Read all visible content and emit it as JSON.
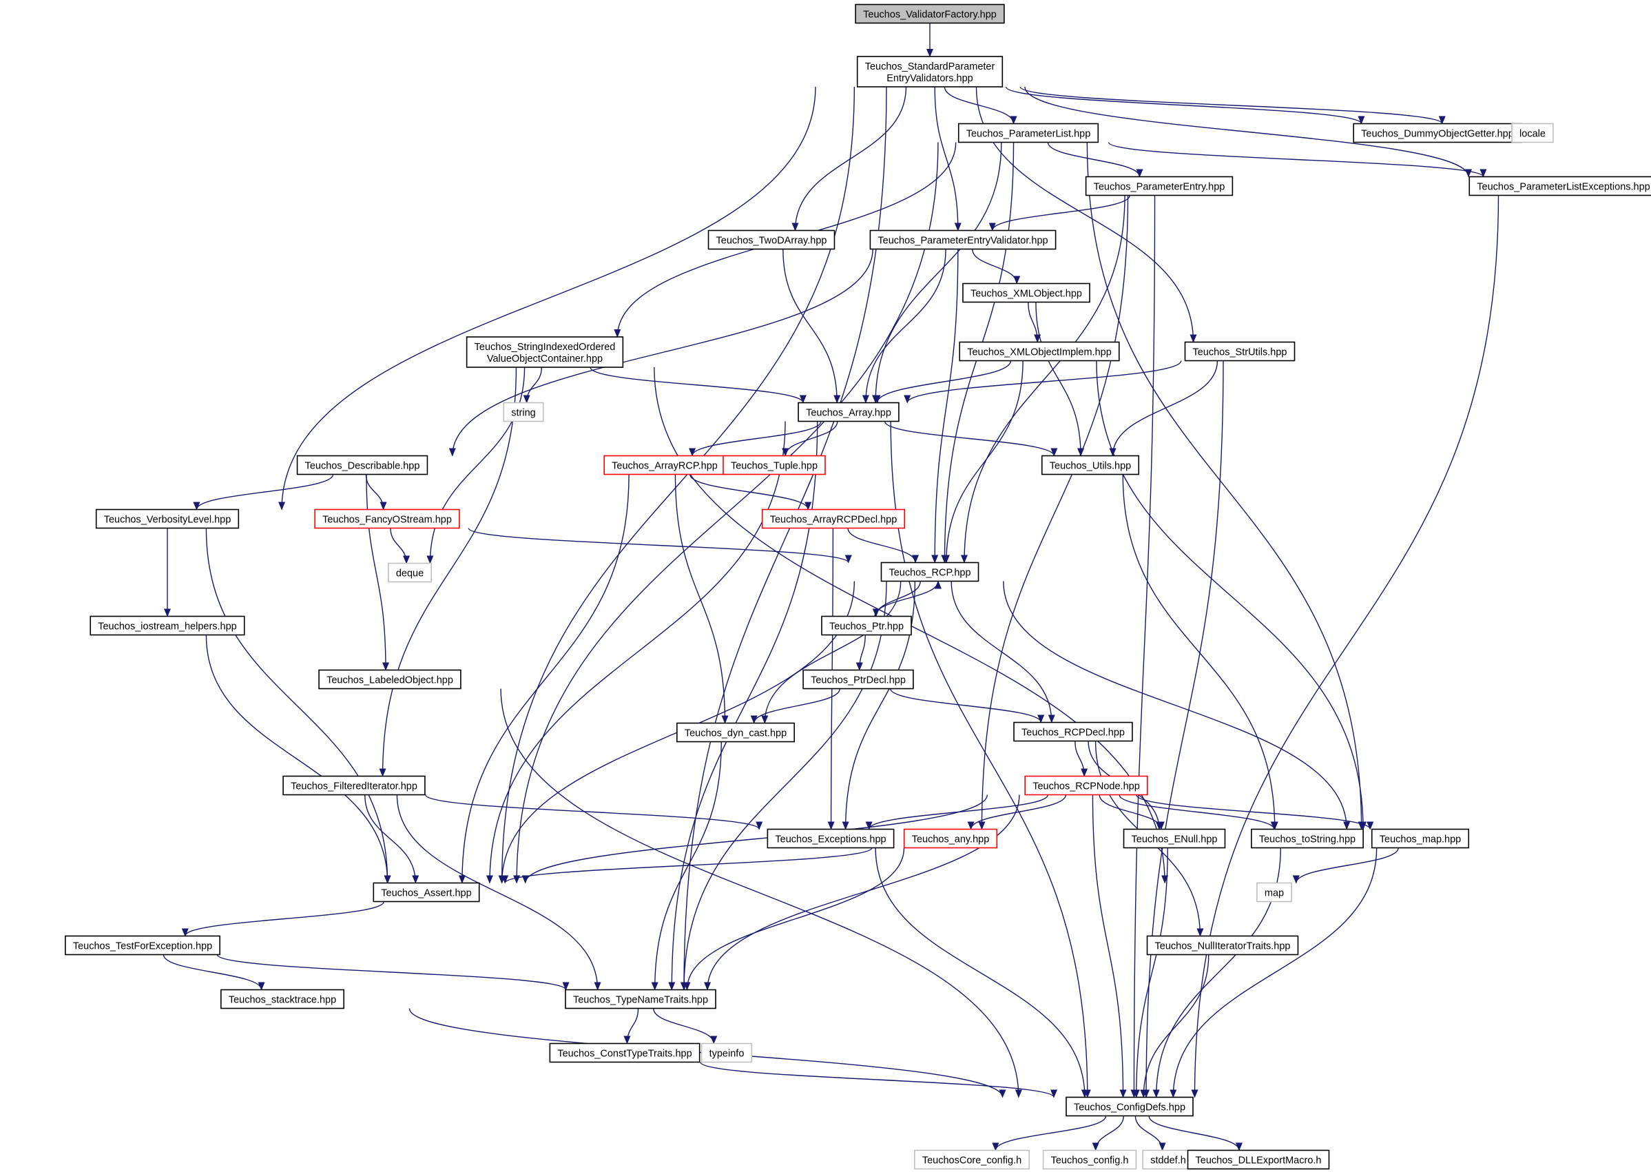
{
  "diagram": {
    "root": "n_root",
    "colors": {
      "edge": "#191970",
      "root_fill": "#bfbfbf",
      "border_normal": "#000000",
      "border_truncated": "#ff0000",
      "border_external": "#bfbfbf"
    },
    "nodes": [
      {
        "id": "n_root",
        "lines": [
          "Teuchos_ValidatorFactory.hpp"
        ],
        "kind": "root"
      },
      {
        "id": "n_speval",
        "lines": [
          "Teuchos_StandardParameter",
          "EntryValidators.hpp"
        ],
        "kind": "normal"
      },
      {
        "id": "n_plist",
        "lines": [
          "Teuchos_ParameterList.hpp"
        ],
        "kind": "normal"
      },
      {
        "id": "n_dummy",
        "lines": [
          "Teuchos_DummyObjectGetter.hpp"
        ],
        "kind": "normal"
      },
      {
        "id": "n_locale",
        "lines": [
          "locale"
        ],
        "kind": "external"
      },
      {
        "id": "n_pentry",
        "lines": [
          "Teuchos_ParameterEntry.hpp"
        ],
        "kind": "normal"
      },
      {
        "id": "n_plexc",
        "lines": [
          "Teuchos_ParameterListExceptions.hpp"
        ],
        "kind": "normal"
      },
      {
        "id": "n_twod",
        "lines": [
          "Teuchos_TwoDArray.hpp"
        ],
        "kind": "normal"
      },
      {
        "id": "n_peval",
        "lines": [
          "Teuchos_ParameterEntryValidator.hpp"
        ],
        "kind": "normal"
      },
      {
        "id": "n_xmlobj",
        "lines": [
          "Teuchos_XMLObject.hpp"
        ],
        "kind": "normal"
      },
      {
        "id": "n_sioc",
        "lines": [
          "Teuchos_StringIndexedOrdered",
          "ValueObjectContainer.hpp"
        ],
        "kind": "normal"
      },
      {
        "id": "n_xmlimpl",
        "lines": [
          "Teuchos_XMLObjectImplem.hpp"
        ],
        "kind": "normal"
      },
      {
        "id": "n_strutils",
        "lines": [
          "Teuchos_StrUtils.hpp"
        ],
        "kind": "normal"
      },
      {
        "id": "n_string",
        "lines": [
          "string"
        ],
        "kind": "external"
      },
      {
        "id": "n_array",
        "lines": [
          "Teuchos_Array.hpp"
        ],
        "kind": "normal"
      },
      {
        "id": "n_describ",
        "lines": [
          "Teuchos_Describable.hpp"
        ],
        "kind": "normal"
      },
      {
        "id": "n_arcp",
        "lines": [
          "Teuchos_ArrayRCP.hpp"
        ],
        "kind": "truncated"
      },
      {
        "id": "n_tuple",
        "lines": [
          "Teuchos_Tuple.hpp"
        ],
        "kind": "truncated"
      },
      {
        "id": "n_utils",
        "lines": [
          "Teuchos_Utils.hpp"
        ],
        "kind": "normal"
      },
      {
        "id": "n_verb",
        "lines": [
          "Teuchos_VerbosityLevel.hpp"
        ],
        "kind": "normal"
      },
      {
        "id": "n_fancy",
        "lines": [
          "Teuchos_FancyOStream.hpp"
        ],
        "kind": "truncated"
      },
      {
        "id": "n_arcpdecl",
        "lines": [
          "Teuchos_ArrayRCPDecl.hpp"
        ],
        "kind": "truncated"
      },
      {
        "id": "n_deque",
        "lines": [
          "deque"
        ],
        "kind": "external"
      },
      {
        "id": "n_rcp",
        "lines": [
          "Teuchos_RCP.hpp"
        ],
        "kind": "normal"
      },
      {
        "id": "n_iohelp",
        "lines": [
          "Teuchos_iostream_helpers.hpp"
        ],
        "kind": "normal"
      },
      {
        "id": "n_ptr",
        "lines": [
          "Teuchos_Ptr.hpp"
        ],
        "kind": "normal"
      },
      {
        "id": "n_labeled",
        "lines": [
          "Teuchos_LabeledObject.hpp"
        ],
        "kind": "normal"
      },
      {
        "id": "n_ptrdecl",
        "lines": [
          "Teuchos_PtrDecl.hpp"
        ],
        "kind": "normal"
      },
      {
        "id": "n_dyncast",
        "lines": [
          "Teuchos_dyn_cast.hpp"
        ],
        "kind": "normal"
      },
      {
        "id": "n_rcpdecl",
        "lines": [
          "Teuchos_RCPDecl.hpp"
        ],
        "kind": "normal"
      },
      {
        "id": "n_filt",
        "lines": [
          "Teuchos_FilteredIterator.hpp"
        ],
        "kind": "normal"
      },
      {
        "id": "n_rcpnode",
        "lines": [
          "Teuchos_RCPNode.hpp"
        ],
        "kind": "truncated"
      },
      {
        "id": "n_exc",
        "lines": [
          "Teuchos_Exceptions.hpp"
        ],
        "kind": "normal"
      },
      {
        "id": "n_any",
        "lines": [
          "Teuchos_any.hpp"
        ],
        "kind": "truncated"
      },
      {
        "id": "n_enull",
        "lines": [
          "Teuchos_ENull.hpp"
        ],
        "kind": "normal"
      },
      {
        "id": "n_tostr",
        "lines": [
          "Teuchos_toString.hpp"
        ],
        "kind": "normal"
      },
      {
        "id": "n_map",
        "lines": [
          "Teuchos_map.hpp"
        ],
        "kind": "normal"
      },
      {
        "id": "n_assert",
        "lines": [
          "Teuchos_Assert.hpp"
        ],
        "kind": "normal"
      },
      {
        "id": "n_mapstd",
        "lines": [
          "map"
        ],
        "kind": "external"
      },
      {
        "id": "n_tfe",
        "lines": [
          "Teuchos_TestForException.hpp"
        ],
        "kind": "normal"
      },
      {
        "id": "n_nullit",
        "lines": [
          "Teuchos_NullIteratorTraits.hpp"
        ],
        "kind": "normal"
      },
      {
        "id": "n_stack",
        "lines": [
          "Teuchos_stacktrace.hpp"
        ],
        "kind": "normal"
      },
      {
        "id": "n_tnt",
        "lines": [
          "Teuchos_TypeNameTraits.hpp"
        ],
        "kind": "normal"
      },
      {
        "id": "n_ctt",
        "lines": [
          "Teuchos_ConstTypeTraits.hpp"
        ],
        "kind": "normal"
      },
      {
        "id": "n_typeinfo",
        "lines": [
          "typeinfo"
        ],
        "kind": "external"
      },
      {
        "id": "n_cfg",
        "lines": [
          "Teuchos_ConfigDefs.hpp"
        ],
        "kind": "normal"
      },
      {
        "id": "n_corecfg",
        "lines": [
          "TeuchosCore_config.h"
        ],
        "kind": "external"
      },
      {
        "id": "n_tcfg",
        "lines": [
          "Teuchos_config.h"
        ],
        "kind": "external"
      },
      {
        "id": "n_stddef",
        "lines": [
          "stddef.h"
        ],
        "kind": "external"
      },
      {
        "id": "n_dll",
        "lines": [
          "Teuchos_DLLExportMacro.h"
        ],
        "kind": "normal"
      }
    ],
    "edges": [
      [
        "n_root",
        "n_speval"
      ],
      [
        "n_speval",
        "n_plist"
      ],
      [
        "n_speval",
        "n_dummy"
      ],
      [
        "n_speval",
        "n_locale"
      ],
      [
        "n_speval",
        "n_plexc"
      ],
      [
        "n_speval",
        "n_twod"
      ],
      [
        "n_speval",
        "n_peval"
      ],
      [
        "n_speval",
        "n_strutils"
      ],
      [
        "n_speval",
        "n_verb"
      ],
      [
        "n_speval",
        "n_assert"
      ],
      [
        "n_speval",
        "n_tnt"
      ],
      [
        "n_plist",
        "n_pentry"
      ],
      [
        "n_plist",
        "n_plexc"
      ],
      [
        "n_plist",
        "n_sioc"
      ],
      [
        "n_plist",
        "n_array"
      ],
      [
        "n_plist",
        "n_rcp"
      ],
      [
        "n_plist",
        "n_map"
      ],
      [
        "n_plist",
        "n_assert"
      ],
      [
        "n_pentry",
        "n_peval"
      ],
      [
        "n_pentry",
        "n_rcp"
      ],
      [
        "n_pentry",
        "n_any"
      ],
      [
        "n_pentry",
        "n_cfg"
      ],
      [
        "n_plexc",
        "n_cfg"
      ],
      [
        "n_twod",
        "n_array"
      ],
      [
        "n_peval",
        "n_xmlobj"
      ],
      [
        "n_peval",
        "n_array"
      ],
      [
        "n_peval",
        "n_rcp"
      ],
      [
        "n_peval",
        "n_describ"
      ],
      [
        "n_xmlobj",
        "n_xmlimpl"
      ],
      [
        "n_xmlobj",
        "n_utils"
      ],
      [
        "n_xmlimpl",
        "n_array"
      ],
      [
        "n_xmlimpl",
        "n_rcp"
      ],
      [
        "n_xmlimpl",
        "n_map"
      ],
      [
        "n_strutils",
        "n_array"
      ],
      [
        "n_strutils",
        "n_utils"
      ],
      [
        "n_strutils",
        "n_cfg"
      ],
      [
        "n_sioc",
        "n_string"
      ],
      [
        "n_sioc",
        "n_array"
      ],
      [
        "n_sioc",
        "n_deque"
      ],
      [
        "n_sioc",
        "n_filt"
      ],
      [
        "n_sioc",
        "n_mapstd"
      ],
      [
        "n_array",
        "n_arcp"
      ],
      [
        "n_array",
        "n_tuple"
      ],
      [
        "n_array",
        "n_utils"
      ],
      [
        "n_array",
        "n_assert"
      ],
      [
        "n_array",
        "n_tnt"
      ],
      [
        "n_array",
        "n_cfg"
      ],
      [
        "n_describ",
        "n_verb"
      ],
      [
        "n_describ",
        "n_fancy"
      ],
      [
        "n_describ",
        "n_labeled"
      ],
      [
        "n_arcp",
        "n_arcpdecl"
      ],
      [
        "n_arcp",
        "n_dyncast"
      ],
      [
        "n_arcp",
        "n_assert"
      ],
      [
        "n_arcpdecl",
        "n_rcp"
      ],
      [
        "n_arcpdecl",
        "n_exc"
      ],
      [
        "n_utils",
        "n_tostr"
      ],
      [
        "n_verb",
        "n_iohelp"
      ],
      [
        "n_verb",
        "n_assert"
      ],
      [
        "n_fancy",
        "n_deque"
      ],
      [
        "n_fancy",
        "n_rcp"
      ],
      [
        "n_rcp",
        "n_ptr"
      ],
      [
        "n_rcp",
        "n_rcpdecl"
      ],
      [
        "n_rcp",
        "n_dyncast"
      ],
      [
        "n_rcp",
        "n_exc"
      ],
      [
        "n_rcp",
        "n_map"
      ],
      [
        "n_rcp",
        "n_assert"
      ],
      [
        "n_rcp",
        "n_tnt"
      ],
      [
        "n_ptr",
        "n_rcp"
      ],
      [
        "n_ptr",
        "n_ptrdecl"
      ],
      [
        "n_ptrdecl",
        "n_dyncast"
      ],
      [
        "n_ptrdecl",
        "n_rcpdecl"
      ],
      [
        "n_rcpdecl",
        "n_rcpnode"
      ],
      [
        "n_rcpdecl",
        "n_enull"
      ],
      [
        "n_rcpdecl",
        "n_nullit"
      ],
      [
        "n_rcpnode",
        "n_exc"
      ],
      [
        "n_rcpnode",
        "n_any"
      ],
      [
        "n_rcpnode",
        "n_enull"
      ],
      [
        "n_rcpnode",
        "n_tostr"
      ],
      [
        "n_rcpnode",
        "n_map"
      ],
      [
        "n_rcpnode",
        "n_assert"
      ],
      [
        "n_rcpnode",
        "n_tnt"
      ],
      [
        "n_rcpnode",
        "n_cfg"
      ],
      [
        "n_iohelp",
        "n_assert"
      ],
      [
        "n_labeled",
        "n_cfg"
      ],
      [
        "n_dyncast",
        "n_tnt"
      ],
      [
        "n_filt",
        "n_exc"
      ],
      [
        "n_filt",
        "n_assert"
      ],
      [
        "n_filt",
        "n_tnt"
      ],
      [
        "n_exc",
        "n_cfg"
      ],
      [
        "n_any",
        "n_assert"
      ],
      [
        "n_any",
        "n_tnt"
      ],
      [
        "n_enull",
        "n_cfg"
      ],
      [
        "n_tostr",
        "n_cfg"
      ],
      [
        "n_map",
        "n_mapstd"
      ],
      [
        "n_map",
        "n_cfg"
      ],
      [
        "n_assert",
        "n_tfe"
      ],
      [
        "n_tfe",
        "n_stack"
      ],
      [
        "n_tfe",
        "n_tnt"
      ],
      [
        "n_nullit",
        "n_cfg"
      ],
      [
        "n_stack",
        "n_cfg"
      ],
      [
        "n_tnt",
        "n_ctt"
      ],
      [
        "n_tnt",
        "n_typeinfo"
      ],
      [
        "n_ctt",
        "n_cfg"
      ],
      [
        "n_cfg",
        "n_corecfg"
      ],
      [
        "n_cfg",
        "n_tcfg"
      ],
      [
        "n_cfg",
        "n_stddef"
      ],
      [
        "n_cfg",
        "n_dll"
      ]
    ]
  }
}
